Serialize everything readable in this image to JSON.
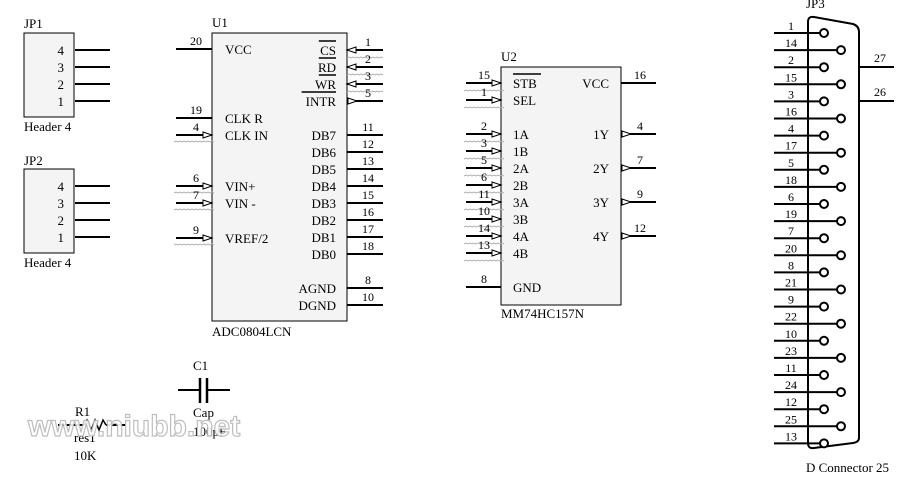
{
  "colors": {
    "wire": "#000000",
    "body_fill": "#f4f4f4",
    "body_stroke": "#000000",
    "hidden_marker": "#b0b0b0"
  },
  "components": {
    "jp1": {
      "designator": "JP1",
      "comment": "Header 4",
      "pins": [
        "4",
        "3",
        "2",
        "1"
      ]
    },
    "jp2": {
      "designator": "JP2",
      "comment": "Header 4",
      "pins": [
        "4",
        "3",
        "2",
        "1"
      ]
    },
    "u1": {
      "designator": "U1",
      "comment": "ADC0804LCN",
      "left_pins": [
        {
          "num": "20",
          "name": "VCC",
          "type": "power"
        },
        {
          "num": "19",
          "name": "CLK R",
          "type": "passive"
        },
        {
          "num": "4",
          "name": "CLK IN",
          "type": "input"
        },
        {
          "num": "6",
          "name": "VIN+",
          "type": "input"
        },
        {
          "num": "7",
          "name": "VIN -",
          "type": "input"
        },
        {
          "num": "9",
          "name": "VREF/2",
          "type": "input"
        }
      ],
      "right_pins": [
        {
          "num": "1",
          "name": "CS",
          "inverted": true,
          "type": "input"
        },
        {
          "num": "2",
          "name": "RD",
          "inverted": true,
          "type": "input"
        },
        {
          "num": "3",
          "name": "WR",
          "inverted": true,
          "type": "input"
        },
        {
          "num": "5",
          "name": "INTR",
          "inverted": true,
          "type": "output"
        },
        {
          "num": "11",
          "name": "DB7",
          "type": "passive"
        },
        {
          "num": "12",
          "name": "DB6",
          "type": "passive"
        },
        {
          "num": "13",
          "name": "DB5",
          "type": "passive"
        },
        {
          "num": "14",
          "name": "DB4",
          "type": "passive"
        },
        {
          "num": "15",
          "name": "DB3",
          "type": "passive"
        },
        {
          "num": "16",
          "name": "DB2",
          "type": "passive"
        },
        {
          "num": "17",
          "name": "DB1",
          "type": "passive"
        },
        {
          "num": "18",
          "name": "DB0",
          "type": "passive"
        },
        {
          "num": "8",
          "name": "AGND",
          "type": "power"
        },
        {
          "num": "10",
          "name": "DGND",
          "type": "power"
        }
      ]
    },
    "u2": {
      "designator": "U2",
      "comment": "MM74HC157N",
      "left_pins": [
        {
          "num": "15",
          "name": "STB",
          "inverted": true,
          "type": "input"
        },
        {
          "num": "1",
          "name": "SEL",
          "type": "input"
        },
        {
          "num": "2",
          "name": "1A",
          "type": "input"
        },
        {
          "num": "3",
          "name": "1B",
          "type": "input"
        },
        {
          "num": "5",
          "name": "2A",
          "type": "input"
        },
        {
          "num": "6",
          "name": "2B",
          "type": "input"
        },
        {
          "num": "11",
          "name": "3A",
          "type": "input"
        },
        {
          "num": "10",
          "name": "3B",
          "type": "input"
        },
        {
          "num": "14",
          "name": "4A",
          "type": "input"
        },
        {
          "num": "13",
          "name": "4B",
          "type": "input"
        },
        {
          "num": "8",
          "name": "GND",
          "type": "power"
        }
      ],
      "right_pins": [
        {
          "num": "16",
          "name": "VCC",
          "type": "power"
        },
        {
          "num": "4",
          "name": "1Y",
          "type": "output"
        },
        {
          "num": "7",
          "name": "2Y",
          "type": "output"
        },
        {
          "num": "9",
          "name": "3Y",
          "type": "output"
        },
        {
          "num": "12",
          "name": "4Y",
          "type": "output"
        }
      ]
    },
    "jp3": {
      "designator": "JP3",
      "comment": "D Connector 25",
      "pins": [
        "1",
        "14",
        "2",
        "15",
        "3",
        "16",
        "4",
        "17",
        "5",
        "18",
        "6",
        "19",
        "7",
        "20",
        "8",
        "21",
        "9",
        "22",
        "10",
        "23",
        "11",
        "24",
        "12",
        "25",
        "13"
      ],
      "shell_pins": [
        "27",
        "26"
      ]
    },
    "r1": {
      "designator": "R1",
      "comment": "res1",
      "value": "10K"
    },
    "c1": {
      "designator": "C1",
      "comment": "Cap",
      "value": "100pF"
    }
  },
  "watermark": "www.niubb.net"
}
